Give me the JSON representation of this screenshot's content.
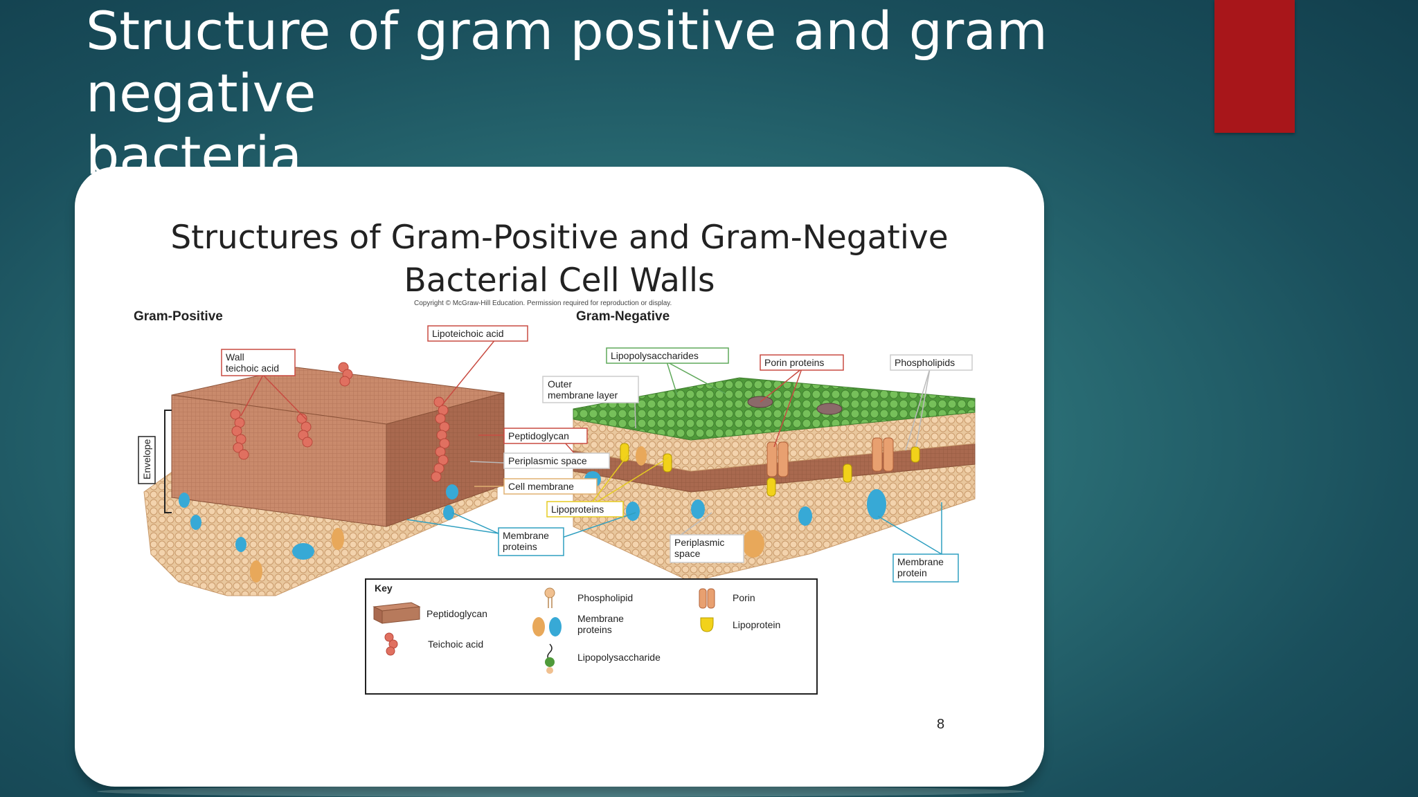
{
  "slide": {
    "title_line1": "Structure of gram positive and gram negative",
    "title_line2": "bacteria",
    "accent_color": "#a8161a"
  },
  "diagram": {
    "title_line1": "Structures of Gram-Positive and Gram-Negative",
    "title_line2": "Bacterial Cell Walls",
    "copyright": "Copyright © McGraw-Hill Education. Permission required for reproduction or display.",
    "gram_positive": "Gram-Positive",
    "gram_negative": "Gram-Negative",
    "envelope": "Envelope",
    "labels": {
      "wall_teichoic_1": "Wall",
      "wall_teichoic_2": "teichoic acid",
      "lipoteichoic": "Lipoteichoic acid",
      "lipopolysaccharides": "Lipopolysaccharides",
      "porin_proteins": "Porin proteins",
      "phospholipids": "Phospholipids",
      "outer_membrane_1": "Outer",
      "outer_membrane_2": "membrane layer",
      "peptidoglycan": "Peptidoglycan",
      "periplasmic_space": "Periplasmic space",
      "cell_membrane": "Cell membrane",
      "lipoproteins": "Lipoproteins",
      "membrane_proteins_1": "Membrane",
      "membrane_proteins_2": "proteins",
      "periplasmic_1": "Periplasmic",
      "periplasmic_2": "space",
      "membrane_protein_1": "Membrane",
      "membrane_protein_2": "protein"
    },
    "key": {
      "title": "Key",
      "peptidoglycan": "Peptidoglycan",
      "teichoic_acid": "Teichoic acid",
      "phospholipid": "Phospholipid",
      "membrane_proteins_1": "Membrane",
      "membrane_proteins_2": "proteins",
      "lipopolysaccharide": "Lipopolysaccharide",
      "porin": "Porin",
      "lipoprotein": "Lipoprotein"
    },
    "page_number": "8"
  }
}
